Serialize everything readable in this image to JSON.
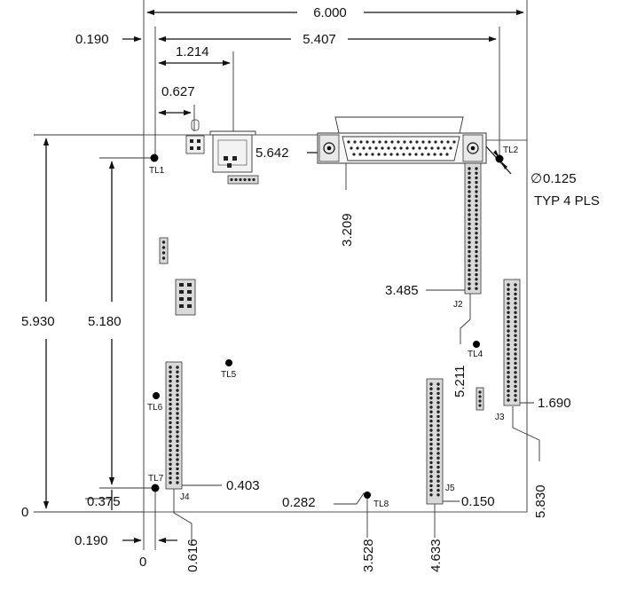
{
  "drawing": {
    "overall_width": "6.000",
    "hole_offset_left": "0.190",
    "hole_to_hole": "5.407",
    "rj_offset": "1.214",
    "led_offset": "0.627",
    "dsub_height": "5.642",
    "dsub_offset": "3.209",
    "j2_height": "3.485",
    "j2_bottom_offset": "5.211",
    "j3_height": "1.690",
    "j3_offset": "5.830",
    "overall_height": "5.930",
    "hole_to_hole_vertical": "5.180",
    "hole_bottom_offset": "0.375",
    "j4_height": "0.403",
    "j5_height": "0.150",
    "tl8_height": "0.282",
    "zero_left": "0",
    "zero_bottom": "0",
    "hole_offset_bottom": "0.190",
    "j4_offset": "0.616",
    "tl8_offset": "3.528",
    "j5_offset": "4.633",
    "hole_diameter": "0.125",
    "hole_note": "TYP 4 PLS",
    "diameter_symbol": "∅"
  },
  "labels": {
    "tl1": "TL1",
    "tl2": "TL2",
    "tl4": "TL4",
    "tl5": "TL5",
    "tl6": "TL6",
    "tl7": "TL7",
    "tl8": "TL8",
    "j2": "J2",
    "j3": "J3",
    "j4": "J4",
    "j5": "J5"
  }
}
